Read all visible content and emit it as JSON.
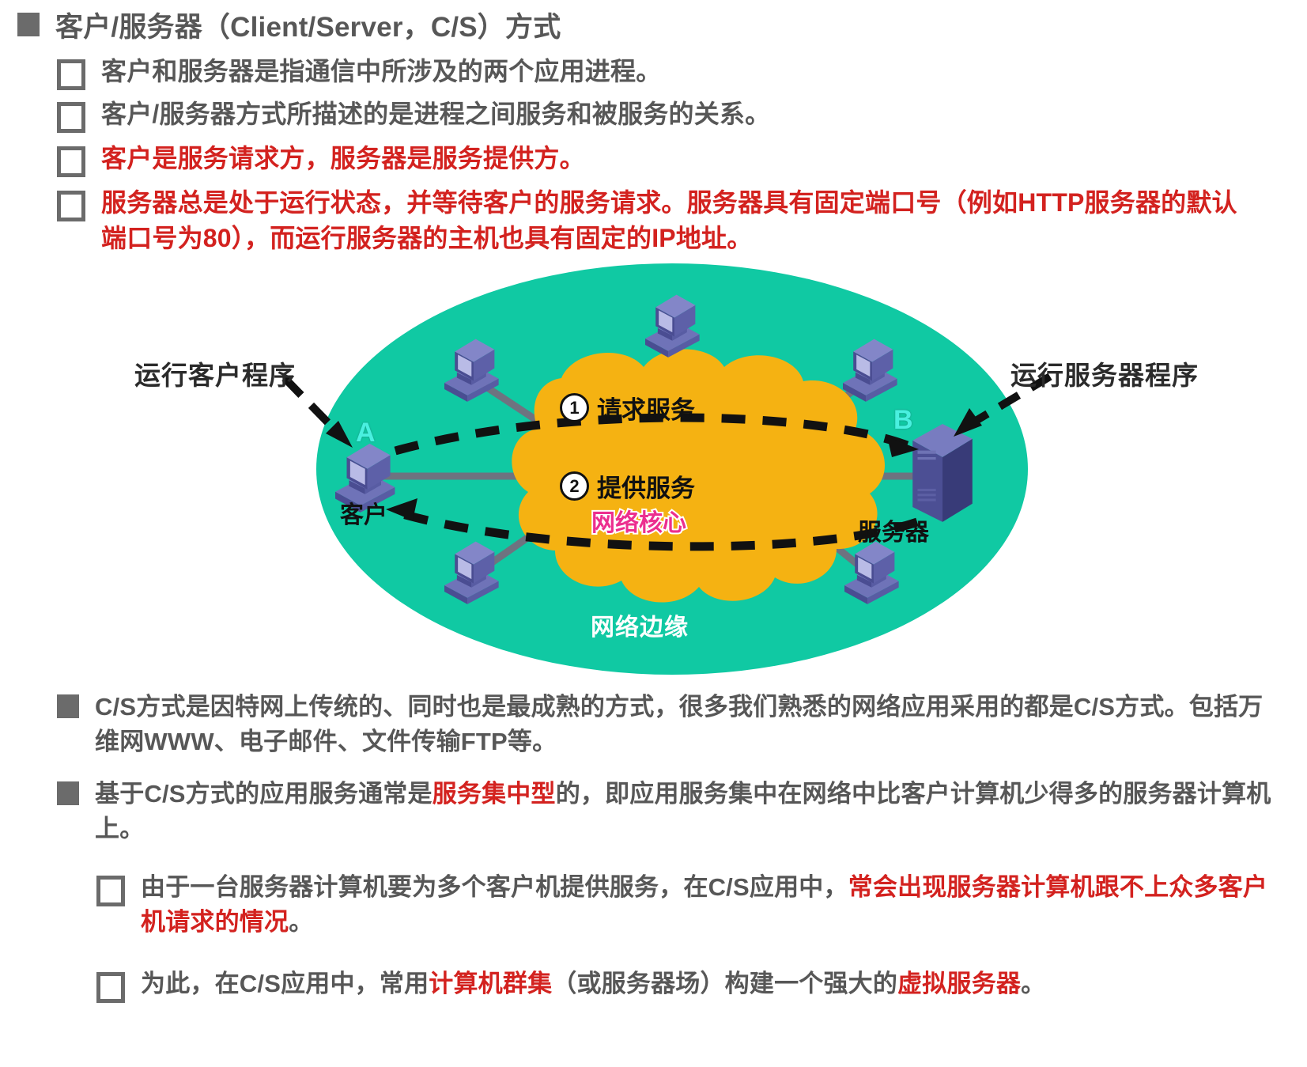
{
  "heading": {
    "text": "客户/服务器（Client/Server，C/S）方式"
  },
  "bullets_top": [
    {
      "marker": "hollow-square",
      "color": "gray",
      "text": "客户和服务器是指通信中所涉及的两个应用进程。"
    },
    {
      "marker": "hollow-square",
      "color": "gray",
      "text": "客户/服务器方式所描述的是进程之间服务和被服务的关系。"
    },
    {
      "marker": "hollow-square",
      "color": "red",
      "text": "客户是服务请求方，服务器是服务提供方。"
    },
    {
      "marker": "hollow-square",
      "color": "red",
      "text": "服务器总是处于运行状态，并等待客户的服务请求。服务器具有固定端口号（例如HTTP服务器的默认端口号为80），而运行服务器的主机也具有固定的IP地址。"
    }
  ],
  "diagram": {
    "label_left": "运行客户程序",
    "label_right": "运行服务器程序",
    "node_a_letter": "A",
    "node_b_letter": "B",
    "node_a_name": "客户",
    "node_b_name": "服务器",
    "cloud_label": "网络核心",
    "edge_label": "网络边缘",
    "flows": [
      {
        "num": "1",
        "label": "请求服务"
      },
      {
        "num": "2",
        "label": "提供服务"
      }
    ],
    "colors": {
      "edge_ellipse": "#10c9a3",
      "core_cloud": "#f5b212",
      "computer_body": "#8386c8",
      "computer_dark": "#4a4d92",
      "server_body": "#5b5fa8",
      "server_dark": "#3a3d79",
      "link_line": "#6e7380",
      "cloud_label": "#ec2f8f",
      "letter": "#49f0e0"
    },
    "peripheral_computer_count": 6
  },
  "bullets_bottom": [
    {
      "marker": "filled-square",
      "indent": "outer",
      "segments": [
        {
          "text": "C/S方式是因特网上传统的、同时也是最成熟的方式，很多我们熟悉的网络应用采用的都是C/S方式。包括万维网WWW、电子邮件、文件传输FTP等。",
          "color": "gray"
        }
      ]
    },
    {
      "marker": "filled-square",
      "indent": "outer",
      "segments": [
        {
          "text": "基于C/S方式的应用服务通常是",
          "color": "gray"
        },
        {
          "text": "服务集中型",
          "color": "red"
        },
        {
          "text": "的，即应用服务集中在网络中比客户计算机少得多的服务器计算机上。",
          "color": "gray"
        }
      ]
    },
    {
      "marker": "hollow-square",
      "indent": "inner",
      "segments": [
        {
          "text": "由于一台服务器计算机要为多个客户机提供服务，在C/S应用中，",
          "color": "gray"
        },
        {
          "text": "常会出现服务器计算机跟不上众多客户机请求的情况",
          "color": "red"
        },
        {
          "text": "。",
          "color": "gray"
        }
      ]
    },
    {
      "marker": "hollow-square",
      "indent": "inner",
      "segments": [
        {
          "text": "为此，在C/S应用中，常用",
          "color": "gray"
        },
        {
          "text": "计算机群集",
          "color": "red"
        },
        {
          "text": "（或服务器场）构建一个强大的",
          "color": "gray"
        },
        {
          "text": "虚拟服务器",
          "color": "red"
        },
        {
          "text": "。",
          "color": "gray"
        }
      ]
    }
  ]
}
